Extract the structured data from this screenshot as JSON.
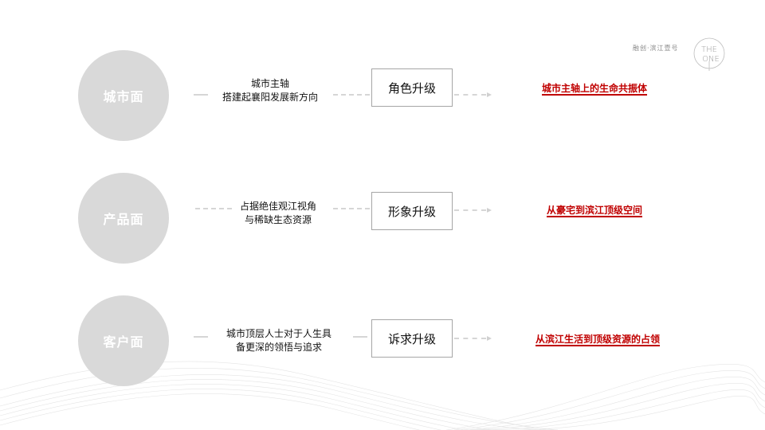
{
  "brand": {
    "text": "融创·滨江壹号",
    "logo_line1": "THE",
    "logo_line2": "ONE"
  },
  "rows": [
    {
      "circle_label": "城市面",
      "desc_line1": "城市主轴",
      "desc_line2": "搭建起襄阳发展新方向",
      "box_label": "角色升级",
      "result": "城市主轴上的生命共振体"
    },
    {
      "circle_label": "产品面",
      "desc_line1": "占据绝佳观江视角",
      "desc_line2": "与稀缺生态资源",
      "box_label": "形象升级",
      "result": "从豪宅到滨江顶级空间"
    },
    {
      "circle_label": "客户面",
      "desc_line1": "城市顶层人士对于人生具",
      "desc_line2": "备更深的领悟与追求",
      "box_label": "诉求升级",
      "result": "从滨江生活到顶级资源的占领"
    }
  ],
  "colors": {
    "circle": "#d9d9d9",
    "result_text": "#c00000",
    "connector": "#d6d6d6"
  }
}
